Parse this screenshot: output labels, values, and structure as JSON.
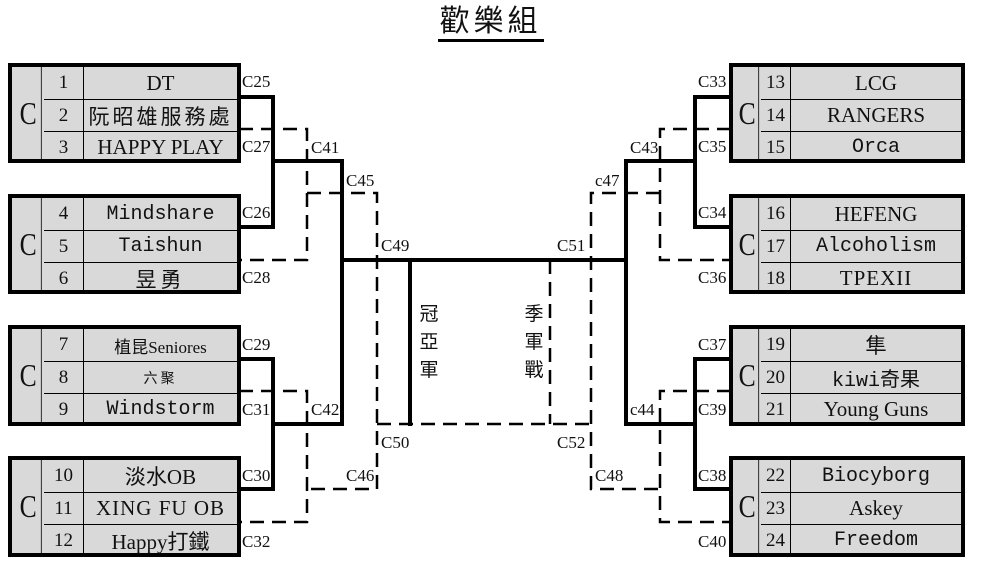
{
  "title": "歡樂組",
  "groups": [
    {
      "letter": "C",
      "teams": [
        {
          "seed": "1",
          "name": "DT"
        },
        {
          "seed": "2",
          "name": "阮昭雄服務處"
        },
        {
          "seed": "3",
          "name": "HAPPY PLAY"
        }
      ]
    },
    {
      "letter": "C",
      "teams": [
        {
          "seed": "4",
          "name": "Mindshare"
        },
        {
          "seed": "5",
          "name": "Taishun"
        },
        {
          "seed": "6",
          "name": "昱勇"
        }
      ]
    },
    {
      "letter": "C",
      "teams": [
        {
          "seed": "7",
          "name": "植昆Seniores"
        },
        {
          "seed": "8",
          "name": "六聚"
        },
        {
          "seed": "9",
          "name": "Windstorm"
        }
      ]
    },
    {
      "letter": "C",
      "teams": [
        {
          "seed": "10",
          "name": "淡水OB"
        },
        {
          "seed": "11",
          "name": "XING FU OB"
        },
        {
          "seed": "12",
          "name": "Happy打鐵"
        }
      ]
    },
    {
      "letter": "C",
      "teams": [
        {
          "seed": "13",
          "name": "LCG"
        },
        {
          "seed": "14",
          "name": "RANGERS"
        },
        {
          "seed": "15",
          "name": "Orca"
        }
      ]
    },
    {
      "letter": "C",
      "teams": [
        {
          "seed": "16",
          "name": "HEFENG"
        },
        {
          "seed": "17",
          "name": "Alcoholism"
        },
        {
          "seed": "18",
          "name": "TPEXII"
        }
      ]
    },
    {
      "letter": "C",
      "teams": [
        {
          "seed": "19",
          "name": "隼"
        },
        {
          "seed": "20",
          "name": "kiwi奇果"
        },
        {
          "seed": "21",
          "name": "Young Guns"
        }
      ]
    },
    {
      "letter": "C",
      "teams": [
        {
          "seed": "22",
          "name": "Biocyborg"
        },
        {
          "seed": "23",
          "name": "Askey"
        },
        {
          "seed": "24",
          "name": "Freedom"
        }
      ]
    }
  ],
  "matches": {
    "c25": "C25",
    "c26": "C26",
    "c27": "C27",
    "c28": "C28",
    "c29": "C29",
    "c30": "C30",
    "c31": "C31",
    "c32": "C32",
    "c33": "C33",
    "c34": "C34",
    "c35": "C35",
    "c36": "C36",
    "c37": "C37",
    "c38": "C38",
    "c39": "C39",
    "c40": "C40",
    "c41": "C41",
    "c42": "C42",
    "c43": "C43",
    "c44": "c44",
    "c45": "C45",
    "c46": "C46",
    "c47": "c47",
    "c48": "C48",
    "c49": "C49",
    "c50": "C50",
    "c51": "C51",
    "c52": "C52"
  },
  "finals": {
    "championship": [
      "冠",
      "亞",
      "軍"
    ],
    "third_place": [
      "季",
      "軍",
      "戰"
    ]
  }
}
